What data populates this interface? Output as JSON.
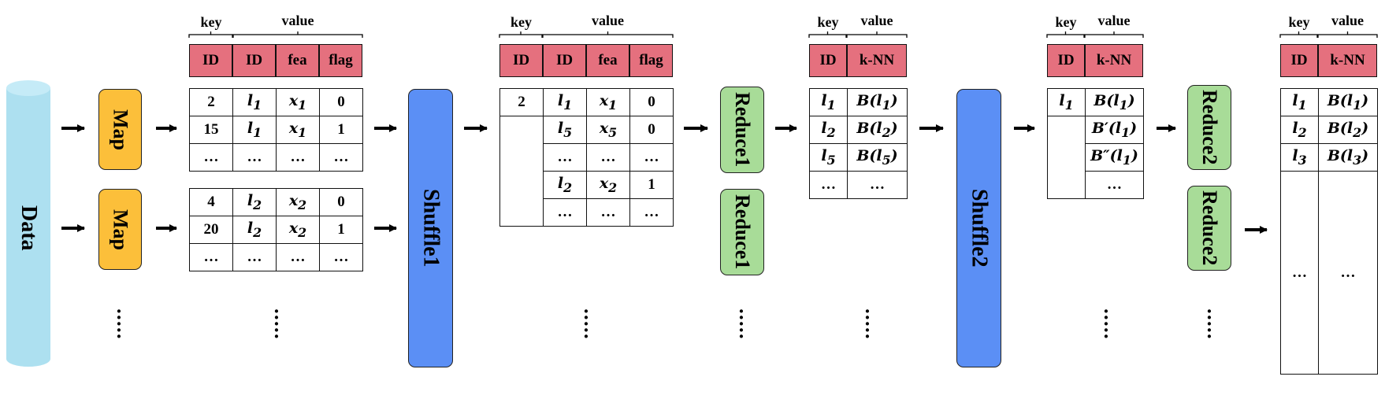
{
  "data_label": "Data",
  "map_labels": [
    "Map",
    "Map"
  ],
  "shuffle_labels": [
    "Shuffle1",
    "Shuffle2"
  ],
  "reduce1_labels": [
    "Reduce1",
    "Reduce1"
  ],
  "reduce2_labels": [
    "Reduce2",
    "Reduce2"
  ],
  "kv": {
    "key": "key",
    "value": "value"
  },
  "headers": {
    "id": "ID",
    "fea": "fea",
    "flag": "flag",
    "knn": "k-NN"
  },
  "ellipsis": "…",
  "map_out_1": [
    [
      "2",
      "l1",
      "x1",
      "0"
    ],
    [
      "15",
      "l1",
      "x1",
      "1"
    ],
    [
      "…",
      "…",
      "…",
      "…"
    ]
  ],
  "map_out_2": [
    [
      "4",
      "l2",
      "x2",
      "0"
    ],
    [
      "20",
      "l2",
      "x2",
      "1"
    ],
    [
      "…",
      "…",
      "…",
      "…"
    ]
  ],
  "shuffle1_out": {
    "key": "2",
    "rows": [
      [
        "l1",
        "x1",
        "0"
      ],
      [
        "l5",
        "x5",
        "0"
      ],
      [
        "…",
        "…",
        "…"
      ],
      [
        "l2",
        "x2",
        "1"
      ],
      [
        "…",
        "…",
        "…"
      ]
    ]
  },
  "reduce1_out": [
    [
      "l1",
      "B(l1)"
    ],
    [
      "l2",
      "B(l2)"
    ],
    [
      "l5",
      "B(l5)"
    ],
    [
      "…",
      "…"
    ]
  ],
  "shuffle2_out": {
    "key": "l1",
    "rows": [
      "B(l1)",
      "B′(l1)",
      "B″(l1)",
      "…"
    ]
  },
  "final_out": [
    [
      "l1",
      "B(l1)"
    ],
    [
      "l2",
      "B(l2)"
    ],
    [
      "l3",
      "B(l3)"
    ],
    [
      "…",
      "…"
    ]
  ],
  "colors": {
    "data": "#ade0f0",
    "map": "#fcbf3a",
    "shuffle": "#5b8ff5",
    "reduce": "#a8dc98",
    "header": "#e5707e"
  }
}
